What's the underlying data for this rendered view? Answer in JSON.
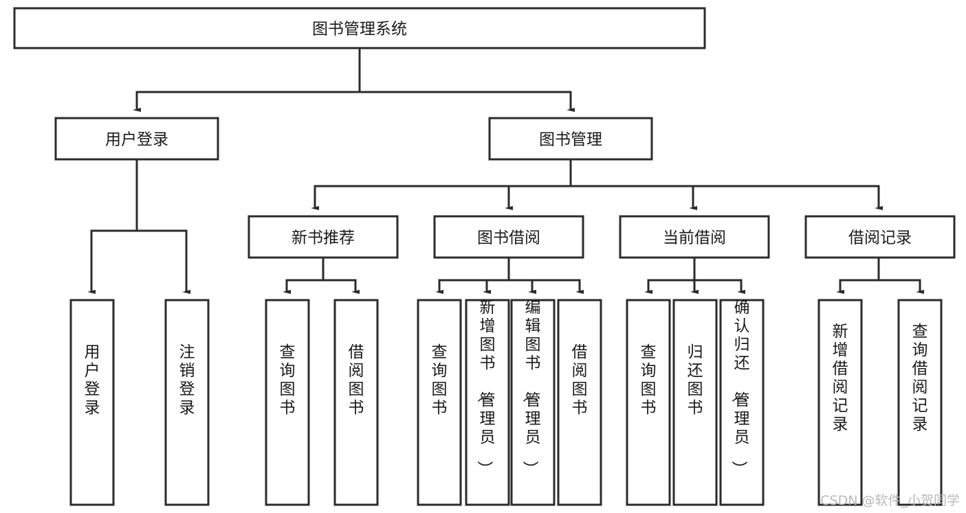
{
  "diagram": {
    "type": "tree-hierarchy",
    "title": "图书管理系统",
    "root": {
      "id": "root",
      "label": "图书管理系统"
    },
    "level1": [
      {
        "id": "user-login",
        "label": "用户登录"
      },
      {
        "id": "book-manage",
        "label": "图书管理"
      }
    ],
    "level2": [
      {
        "id": "new-book-rec",
        "label": "新书推荐",
        "parent": "book-manage"
      },
      {
        "id": "book-borrow",
        "label": "图书借阅",
        "parent": "book-manage"
      },
      {
        "id": "current-borrow",
        "label": "当前借阅",
        "parent": "book-manage"
      },
      {
        "id": "borrow-record",
        "label": "借阅记录",
        "parent": "book-manage"
      }
    ],
    "leaves": [
      {
        "id": "leaf-user-login",
        "label": "用户登录",
        "parent": "user-login"
      },
      {
        "id": "leaf-logout",
        "label": "注销登录",
        "parent": "user-login"
      },
      {
        "id": "leaf-query-book-1",
        "label": "查询图书",
        "parent": "new-book-rec"
      },
      {
        "id": "leaf-borrow-book-1",
        "label": "借阅图书",
        "parent": "new-book-rec"
      },
      {
        "id": "leaf-query-book-2",
        "label": "查询图书",
        "parent": "book-borrow"
      },
      {
        "id": "leaf-add-book",
        "label": "新增图书（管理员）",
        "parent": "book-borrow"
      },
      {
        "id": "leaf-edit-book",
        "label": "编辑图书（管理员）",
        "parent": "book-borrow"
      },
      {
        "id": "leaf-borrow-book-2",
        "label": "借阅图书",
        "parent": "book-borrow"
      },
      {
        "id": "leaf-query-book-3",
        "label": "查询图书",
        "parent": "current-borrow"
      },
      {
        "id": "leaf-return-book",
        "label": "归还图书",
        "parent": "current-borrow"
      },
      {
        "id": "leaf-confirm-return",
        "label": "确认归还（管理员）",
        "parent": "current-borrow"
      },
      {
        "id": "leaf-add-record",
        "label": "新增借阅记录",
        "parent": "borrow-record"
      },
      {
        "id": "leaf-query-record",
        "label": "查询借阅记录",
        "parent": "borrow-record"
      }
    ]
  },
  "watermark": {
    "text": "CSDN @软件_小贺同学"
  },
  "colors": {
    "stroke": "#2b2b2b",
    "fill": "#ffffff",
    "text": "#1a1a1a",
    "watermark": "#b9b9b9"
  }
}
